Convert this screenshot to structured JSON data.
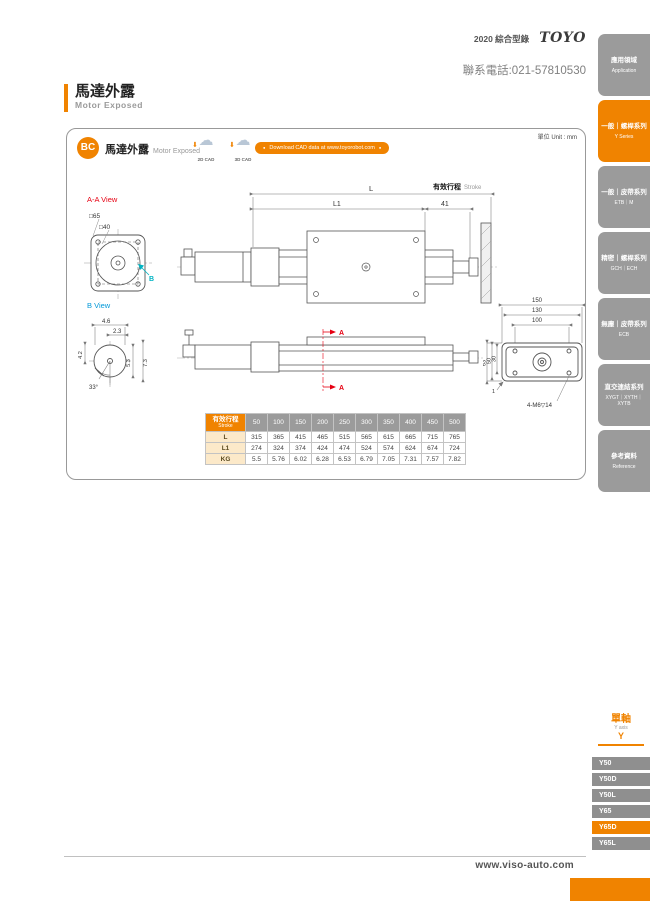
{
  "header": {
    "catalog": "2020 綜合型錄",
    "logo": "TOYO",
    "phone": "聯系電話:021-57810530"
  },
  "page_title": {
    "zh": "馬達外露",
    "en": "Motor Exposed"
  },
  "icons": {
    "cloud": "☁",
    "download": "⬇",
    "pill_bullet": "●"
  },
  "side_tabs": [
    {
      "zh": "應用領域",
      "en": "Application"
    },
    {
      "zh": "一般｜螺桿系列",
      "en": "Y Series"
    },
    {
      "zh": "一般｜皮帶系列",
      "en": "ETB｜M"
    },
    {
      "zh": "精密｜螺桿系列",
      "en": "GCH｜ECH"
    },
    {
      "zh": "無塵｜皮帶系列",
      "en": "ECB"
    },
    {
      "zh": "直交連結系列",
      "en": "XYGT｜XYTH｜XYTB"
    },
    {
      "zh": "參考資料",
      "en": "Reference"
    }
  ],
  "panel": {
    "badge": "BC",
    "title_zh": "馬達外露",
    "title_en": "Motor Exposed",
    "cad": [
      "2D CAD",
      "3D CAD"
    ],
    "download_pill": "Download CAD data at www.toyorobot.com",
    "unit": "單位 Unit : mm",
    "labels": {
      "aa_view": "A-A View",
      "b_view": "B View",
      "sq65": "□65",
      "sq40": "□40",
      "b_arrow": "B",
      "dim_L": "L",
      "dim_L1": "L1",
      "dim_41": "41",
      "stroke_zh": "有效行程",
      "stroke_en": "Stroke",
      "section_a": "A",
      "bv_46": "4.6",
      "bv_23": "2.3",
      "bv_42": "4.2",
      "bv_53": "5.3",
      "bv_73": "7.3",
      "bv_33": "33°",
      "ev_150": "150",
      "ev_130": "130",
      "ev_100": "100",
      "ev_63": "63",
      "ev_50": "50",
      "ev_30": "30",
      "ev_1": "1",
      "ev_tap": "4-M6▽14"
    }
  },
  "table": {
    "header_zh": "有效行程",
    "header_en": "Stroke",
    "columns": [
      "50",
      "100",
      "150",
      "200",
      "250",
      "300",
      "350",
      "400",
      "450",
      "500"
    ],
    "rows": [
      {
        "name": "L",
        "values": [
          "315",
          "365",
          "415",
          "465",
          "515",
          "565",
          "615",
          "665",
          "715",
          "765"
        ]
      },
      {
        "name": "L1",
        "values": [
          "274",
          "324",
          "374",
          "424",
          "474",
          "524",
          "574",
          "624",
          "674",
          "724"
        ]
      },
      {
        "name": "KG",
        "values": [
          "5.5",
          "5.76",
          "6.02",
          "6.28",
          "6.53",
          "6.79",
          "7.05",
          "7.31",
          "7.57",
          "7.82"
        ]
      }
    ]
  },
  "model_nav": {
    "group_zh": "單軸",
    "group_en": "Y axis",
    "group_code": "Y",
    "items": [
      "Y50",
      "Y50D",
      "Y50L",
      "Y65",
      "Y65D",
      "Y65L"
    ]
  },
  "footer": {
    "website": "www.viso-auto.com"
  },
  "colors": {
    "accent": "#f08300",
    "tab_gray": "#9b9b9b",
    "red": "#e60012",
    "blue": "#0098d8"
  }
}
